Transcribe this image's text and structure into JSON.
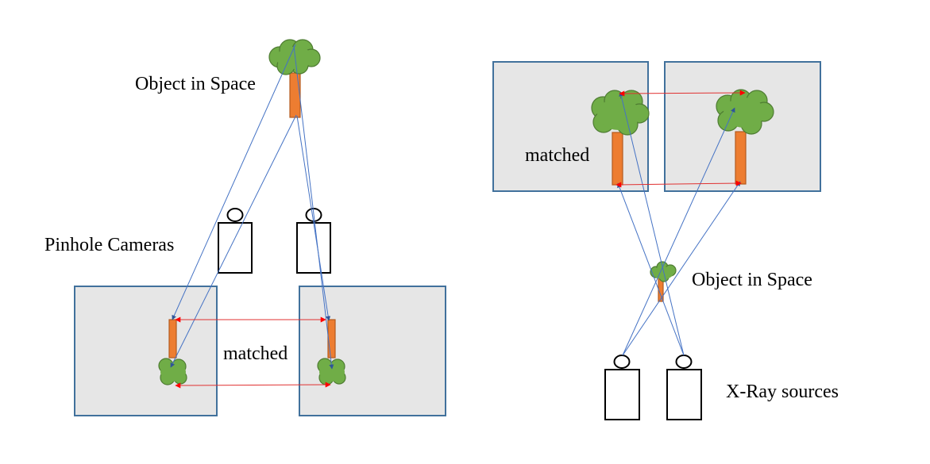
{
  "colors": {
    "panel_fill": "#e6e6e6",
    "panel_stroke": "#41719c",
    "ray": "#4472c4",
    "match_line": "#ff0000",
    "trunk": "#ed7d31",
    "crown": "#70ad47"
  },
  "left": {
    "object_label": "Object in Space",
    "cameras_label": "Pinhole Cameras",
    "matched_label": "matched"
  },
  "right": {
    "matched_label": "matched",
    "object_label": "Object in Space",
    "sources_label": "X-Ray sources"
  }
}
